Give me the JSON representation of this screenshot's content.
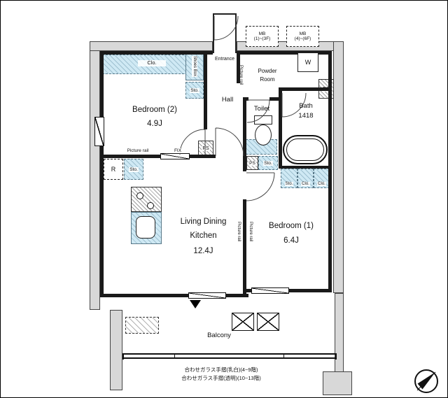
{
  "rooms": {
    "bedroom2": {
      "name": "Bedroom (2)",
      "area": "4.9J"
    },
    "bedroom1": {
      "name": "Bedroom (1)",
      "area": "6.4J"
    },
    "ldk": {
      "name_line1": "Living Dining",
      "name_line2": "Kitchen",
      "area": "12.4J"
    },
    "hall": {
      "name": "Hall"
    },
    "toilet": {
      "name": "Toilet"
    },
    "powder_room": {
      "name_line1": "Powder",
      "name_line2": "Room"
    },
    "bath": {
      "name": "Bath",
      "size": "1418"
    },
    "entrance": {
      "name": "Entrance"
    },
    "balcony": {
      "name": "Balcony"
    }
  },
  "labels": {
    "closet": "Clo.",
    "storage": "Sto.",
    "shoes_box": "Shoes Box",
    "ps": "PS",
    "washing_machine": "W",
    "refrigerator": "R",
    "fix_window": "FIX",
    "picture_rail": "Picture rail"
  },
  "meter_boxes": {
    "mb1": {
      "line1": "MB",
      "line2": "(1)~(3F)"
    },
    "mb2": {
      "line1": "MB",
      "line2": "(4)~(6F)"
    }
  },
  "notes": {
    "line1": "合わせガラス手摺(乳白)(4~9階)",
    "line2": "合わせガラス手摺(透明)(10~13階)"
  },
  "colors": {
    "fixture_fill": "#cfe9f4",
    "shade": "#d8d8d8",
    "wall": "#1a1a1a"
  }
}
